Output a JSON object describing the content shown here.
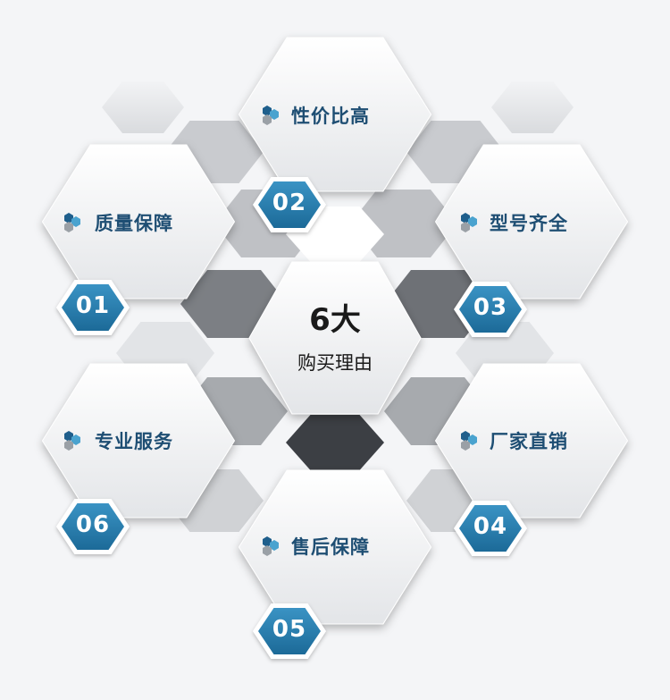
{
  "diagram": {
    "center": {
      "title": "6大",
      "subtitle": "购买理由"
    },
    "items": [
      {
        "number": "01",
        "label": "质量保障"
      },
      {
        "number": "02",
        "label": "性价比高"
      },
      {
        "number": "03",
        "label": "型号齐全"
      },
      {
        "number": "04",
        "label": "厂家直销"
      },
      {
        "number": "05",
        "label": "售后保障"
      },
      {
        "number": "06",
        "label": "专业服务"
      }
    ]
  },
  "colors": {
    "badge": "#2a7fb0",
    "label_text": "#1e4e73",
    "icon_dark": "#1f5f8c",
    "icon_light": "#4aa3cf",
    "icon_gray": "#9aa0a6"
  }
}
